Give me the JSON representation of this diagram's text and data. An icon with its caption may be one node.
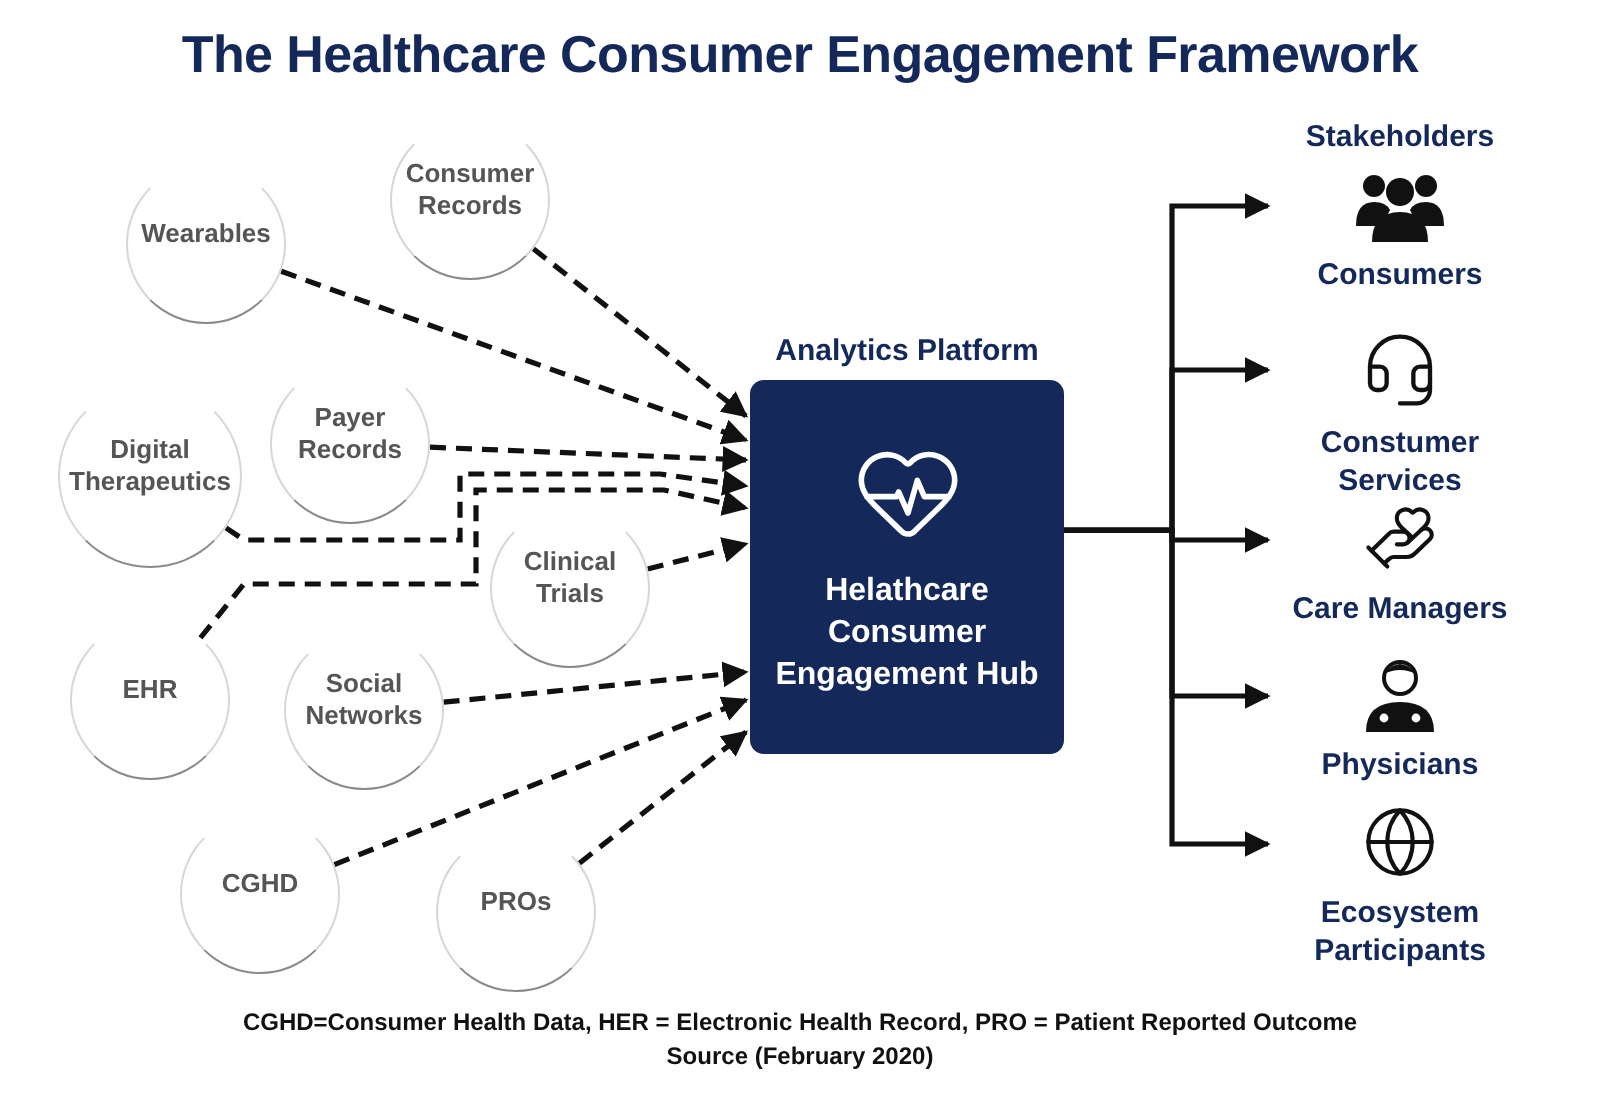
{
  "diagram": {
    "title": "The Healthcare Consumer Engagement Framework",
    "nodes": [
      {
        "text": [
          "Consumer Records"
        ]
      },
      {
        "text": [
          "Wearables"
        ]
      },
      {
        "text": [
          "Payer Records"
        ]
      },
      {
        "text": [
          "Digital Therapeutics"
        ]
      },
      {
        "text": [
          "Clinical Trials"
        ]
      },
      {
        "text": [
          "EHR"
        ]
      },
      {
        "text": [
          "Social Networks"
        ]
      },
      {
        "text": [
          "CGHD"
        ]
      },
      {
        "text": [
          "PROs"
        ]
      },
      {
        "text": [
          "Analytics Platform",
          "Helathcare Consumer Engagement Hub"
        ]
      },
      {
        "text": [
          "Consumers"
        ]
      },
      {
        "text": [
          "Constumer Services"
        ]
      },
      {
        "text": [
          "Care Managers"
        ]
      },
      {
        "text": [
          "Physicians"
        ]
      },
      {
        "text": [
          "Ecosystem Participants"
        ]
      }
    ],
    "edges": [
      {
        "from": 0,
        "to": 9,
        "arrow": "to",
        "style": "dashed"
      },
      {
        "from": 1,
        "to": 9,
        "arrow": "to",
        "style": "dashed"
      },
      {
        "from": 2,
        "to": 9,
        "arrow": "to",
        "style": "dashed"
      },
      {
        "from": 3,
        "to": 9,
        "arrow": "to",
        "style": "dashed"
      },
      {
        "from": 4,
        "to": 9,
        "arrow": "to",
        "style": "dashed"
      },
      {
        "from": 5,
        "to": 9,
        "arrow": "to",
        "style": "dashed"
      },
      {
        "from": 6,
        "to": 9,
        "arrow": "to",
        "style": "dashed"
      },
      {
        "from": 7,
        "to": 9,
        "arrow": "to",
        "style": "dashed"
      },
      {
        "from": 8,
        "to": 9,
        "arrow": "to",
        "style": "dashed"
      },
      {
        "from": 9,
        "to": 10,
        "arrow": "to"
      },
      {
        "from": 9,
        "to": 11,
        "arrow": "to"
      },
      {
        "from": 9,
        "to": 12,
        "arrow": "to"
      },
      {
        "from": 9,
        "to": 13,
        "arrow": "to"
      },
      {
        "from": 9,
        "to": 14,
        "arrow": "to"
      }
    ],
    "labels": [
      "Stakeholders",
      "CGHD=Consumer Health Data, HER = Electronic Health Record, PRO = Patient Reported Outcome",
      "Source (February 2020)"
    ]
  }
}
